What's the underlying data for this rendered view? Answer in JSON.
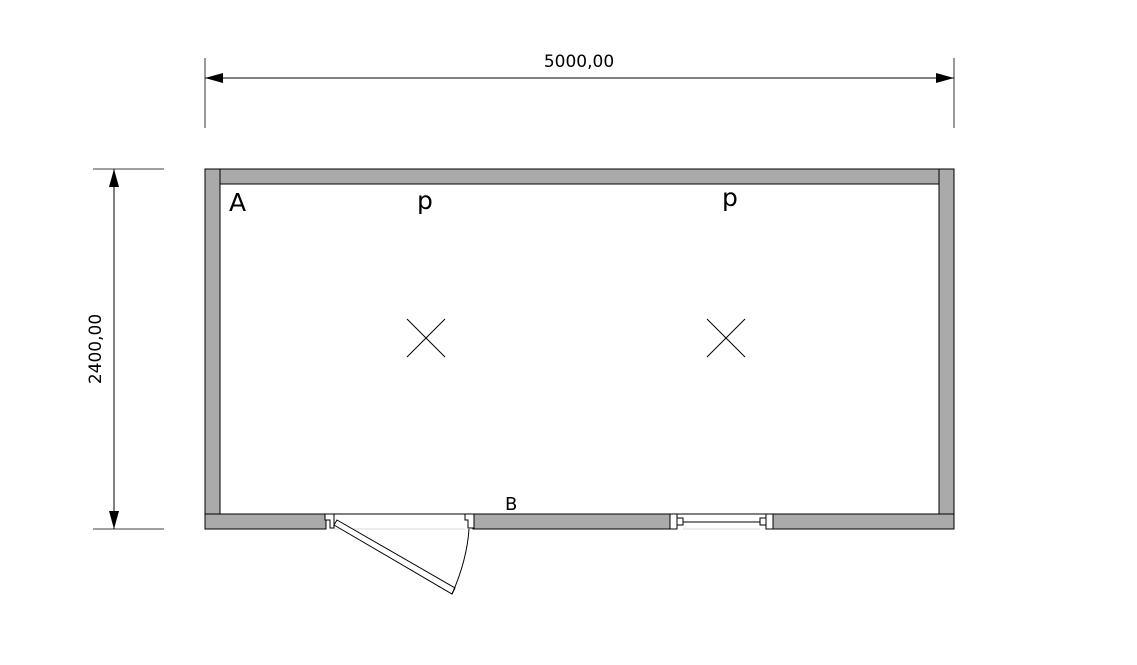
{
  "dimensions": {
    "width_label": "5000,00",
    "height_label": "2400,00"
  },
  "labels": {
    "corner_a": "A",
    "p_left": "p",
    "p_right": "p",
    "b_label": "B"
  },
  "colors": {
    "wall_fill": "#aaaaaa",
    "line": "#000000"
  }
}
